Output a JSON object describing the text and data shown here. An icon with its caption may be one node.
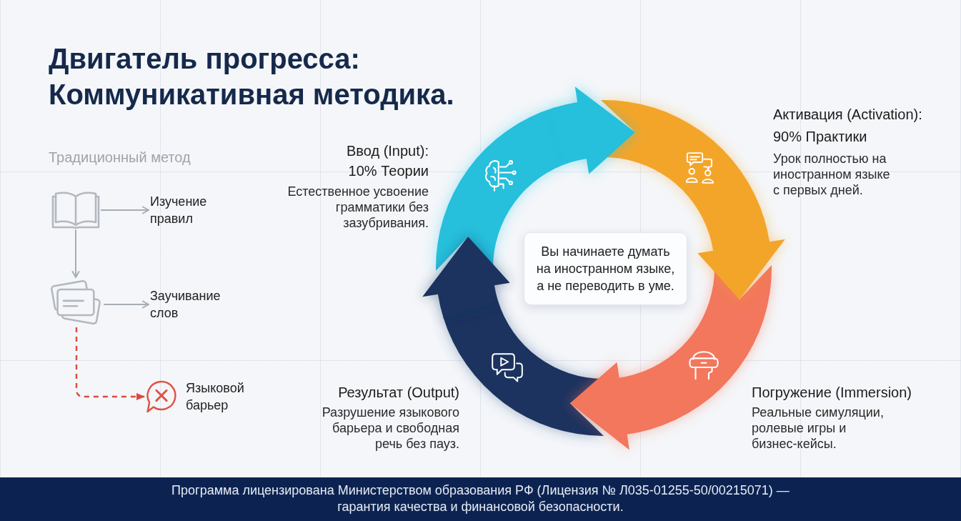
{
  "diagram": {
    "title": "Двигатель прогресса: Коммуникативная методика.",
    "caption": "Программа лицензирована Министерством образования РФ (Лицензия № Л035-01255-50/00215071) — гарантия качества и финансовой безопасности.",
    "nodes": [
      {
        "text": [],
        "shape": "picture"
      },
      {
        "text": [
          "Изучение правил"
        ]
      },
      {
        "text": [],
        "shape": "picture"
      },
      {
        "text": [
          "Заучивание слов"
        ]
      },
      {
        "text": [
          "Языковой барьер"
        ]
      },
      {
        "text": [],
        "shape": "arrow",
        "beside": [
          "Ввод (Input): 10% Теории",
          "Естественное усвоение грамматики без зазубривания."
        ]
      },
      {
        "text": [],
        "shape": "arrow",
        "beside": [
          "Активация (Activation): 90% Практики",
          "Урок полностью на иностранном языке с первых дней."
        ]
      },
      {
        "text": [
          "Вы начинаете думать на иностранном языке, а не переводить в уме."
        ]
      },
      {
        "text": [],
        "shape": "arrow",
        "beside": [
          "Погружение (Immersion)",
          "Реальные симуляции, ролевые игры и бизнес-кейсы."
        ]
      },
      {
        "text": [],
        "shape": "arrow",
        "beside": [
          "Результат (Output)",
          "Разрушение языкового барьера и свободная речь без пауз."
        ]
      }
    ],
    "edges": [
      {
        "from": 0,
        "to": 1,
        "arrow": "to"
      },
      {
        "from": 0,
        "to": 2,
        "arrow": "to"
      },
      {
        "from": 2,
        "to": 3,
        "arrow": "to"
      },
      {
        "from": 2,
        "to": 4,
        "arrow": "to",
        "style": "dashed",
        "color": "#dc4a3d"
      },
      {
        "from": 5,
        "to": 6,
        "arrow": "to",
        "style": "thick",
        "color": "#25bfdc"
      },
      {
        "from": 6,
        "to": 8,
        "arrow": "to",
        "style": "thick",
        "color": "#f3a52b"
      },
      {
        "from": 8,
        "to": 9,
        "arrow": "to",
        "style": "thick",
        "color": "#f2775b"
      },
      {
        "from": 9,
        "to": 5,
        "arrow": "to",
        "style": "thick",
        "color": "#1b335f"
      }
    ],
    "labels": [
      "Традиционный метод"
    ]
  }
}
